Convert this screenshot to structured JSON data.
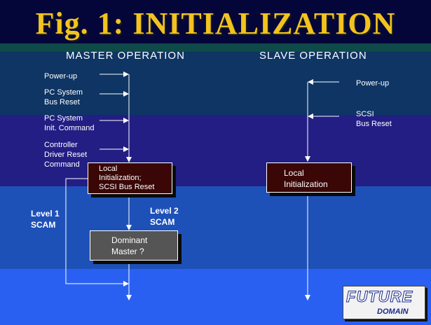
{
  "title": "Fig. 1: INITIALIZATION",
  "master": {
    "heading": "MASTER OPERATION",
    "inputs": [
      "Power-up",
      "PC System\nBus Reset",
      "PC System\nInit. Command",
      "Controller\nDriver Reset\nCommand"
    ],
    "init_box": "Local\nInitialization;\nSCSI Bus Reset",
    "level1": "Level 1\nSCAM",
    "level2": "Level 2\nSCAM",
    "decision_box": "Dominant\nMaster ?"
  },
  "slave": {
    "heading": "SLAVE OPERATION",
    "inputs": [
      "Power-up",
      "SCSI\nBus Reset"
    ],
    "init_box": "Local\nInitialization"
  },
  "logo": {
    "word": "FUTURE",
    "sub": "DOMAIN"
  },
  "colors": {
    "title": "#f2c320",
    "dark_box": "#3a0606",
    "grey_box": "#555555"
  }
}
